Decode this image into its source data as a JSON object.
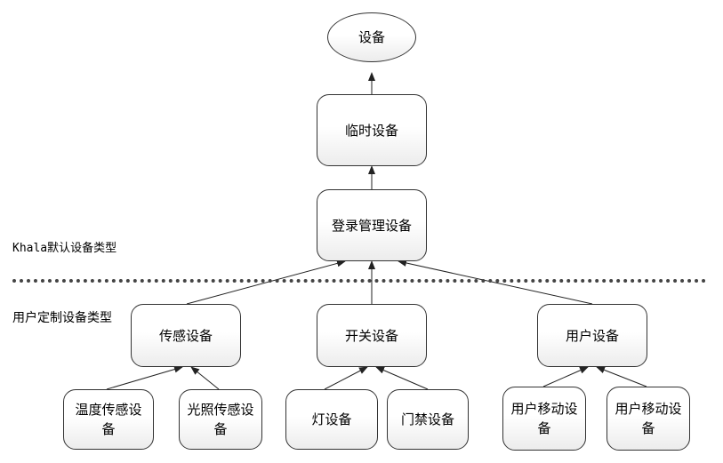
{
  "nodes": {
    "device": "设备",
    "temp_device": "临时设备",
    "login_device": "登录管理设备",
    "sensor_device": "传感设备",
    "switch_device": "开关设备",
    "user_device": "用户设备",
    "temp_sensor": "温度传感设备",
    "light_sensor": "光照传感设备",
    "lamp_device": "灯设备",
    "door_device": "门禁设备",
    "mobile_device_1": "用户移动设备",
    "mobile_device_2": "用户移动设备"
  },
  "labels": {
    "khala_default": "Khala默认设备类型",
    "user_custom": "用户定制设备类型"
  }
}
